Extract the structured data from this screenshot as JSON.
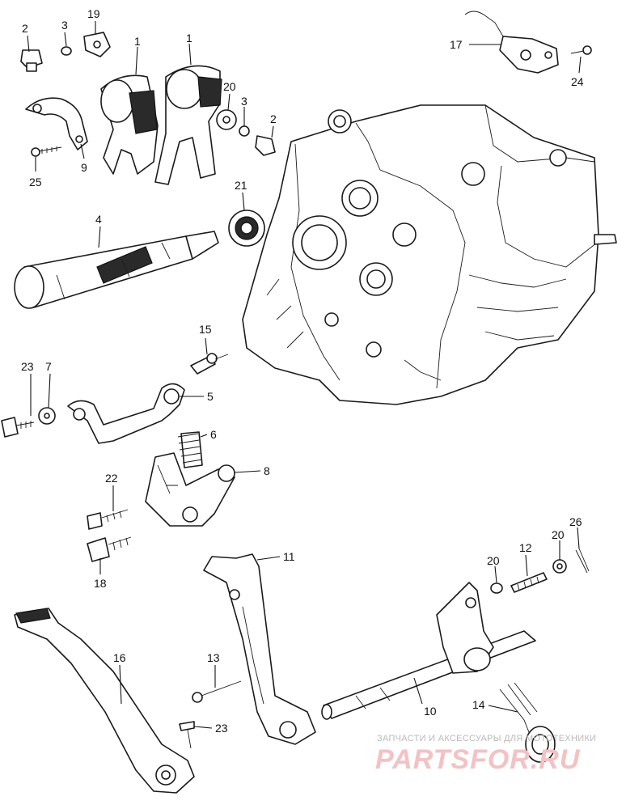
{
  "callouts": {
    "c1a": "1",
    "c1b": "1",
    "c2a": "2",
    "c2b": "2",
    "c3a": "3",
    "c3b": "3",
    "c4": "4",
    "c5": "5",
    "c6": "6",
    "c7": "7",
    "c8": "8",
    "c9": "9",
    "c10": "10",
    "c11": "11",
    "c12": "12",
    "c13": "13",
    "c14": "14",
    "c15": "15",
    "c16": "16",
    "c17": "17",
    "c18": "18",
    "c19": "19",
    "c20a": "20",
    "c20b": "20",
    "c20c": "20",
    "c21": "21",
    "c22": "22",
    "c23a": "23",
    "c23b": "23",
    "c24": "24",
    "c25": "25",
    "c26": "26"
  },
  "watermark": {
    "tagline": "ЗАПЧАСТИ И АКСЕССУАРЫ ДЛЯ МОТОТЕХНИКИ",
    "brand": "PARTSFOR.RU"
  },
  "colors": {
    "line": "#1a1a1a",
    "watermark_brand": "#f2c2c4",
    "watermark_text": "#b9b9b9"
  }
}
